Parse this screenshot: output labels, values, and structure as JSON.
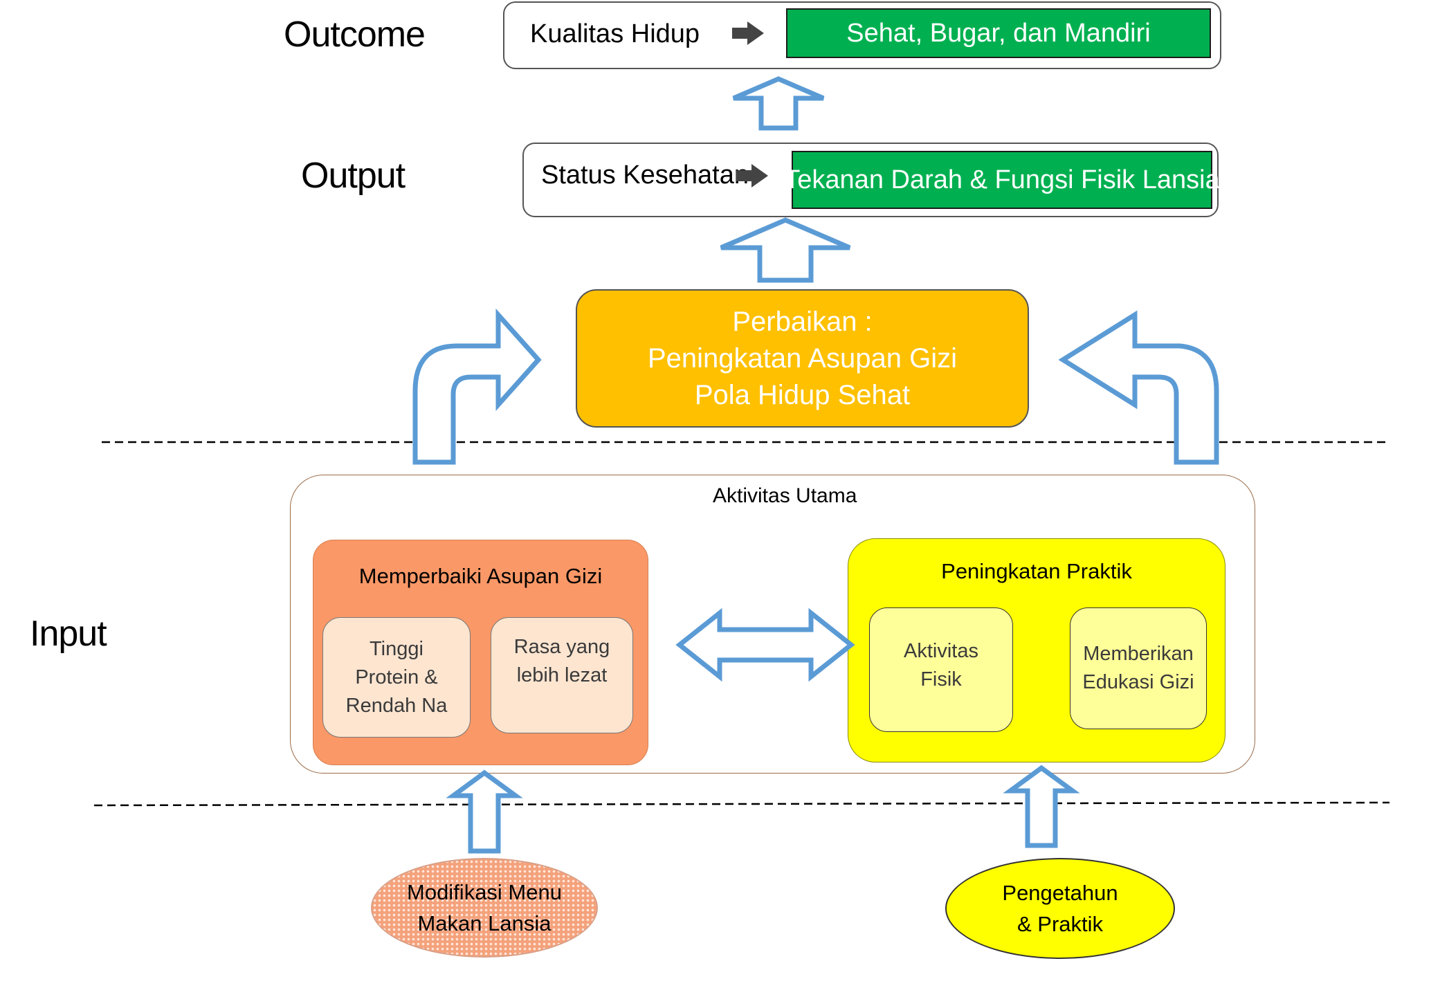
{
  "levels": {
    "outcome": "Outcome",
    "output": "Output",
    "input": "Input"
  },
  "outcome_row": {
    "label": "Kualitas Hidup",
    "result": "Sehat, Bugar, dan Mandiri"
  },
  "output_row": {
    "label": "Status Kesehatan",
    "result": "Tekanan Darah & Fungsi Fisik Lansia"
  },
  "center": {
    "lines": [
      "Perbaikan :",
      "Peningkatan  Asupan Gizi",
      "Pola Hidup Sehat"
    ]
  },
  "main_activity": {
    "title": "Aktivitas Utama",
    "left": {
      "title": "Memperbaiki Asupan Gizi",
      "cards": [
        {
          "lines": [
            "Tinggi",
            "Protein &",
            "Rendah Na"
          ]
        },
        {
          "lines": [
            "Rasa yang",
            "lebih lezat"
          ]
        }
      ]
    },
    "right": {
      "title": "Peningkatan Praktik",
      "cards": [
        {
          "lines": [
            "Aktivitas",
            "Fisik"
          ]
        },
        {
          "lines": [
            "Memberikan",
            "Edukasi Gizi"
          ]
        }
      ]
    }
  },
  "bottom": {
    "left_oval": {
      "lines": [
        "Modifikasi Menu",
        "Makan  Lansia"
      ]
    },
    "right_oval": {
      "lines": [
        "Pengetahun",
        "& Praktik"
      ]
    }
  },
  "colors": {
    "green": "#00b050",
    "amber": "#ffc000",
    "orange": "#fb9867",
    "yellow": "#ffff00",
    "arrow_outline": "#5b9bd5"
  }
}
